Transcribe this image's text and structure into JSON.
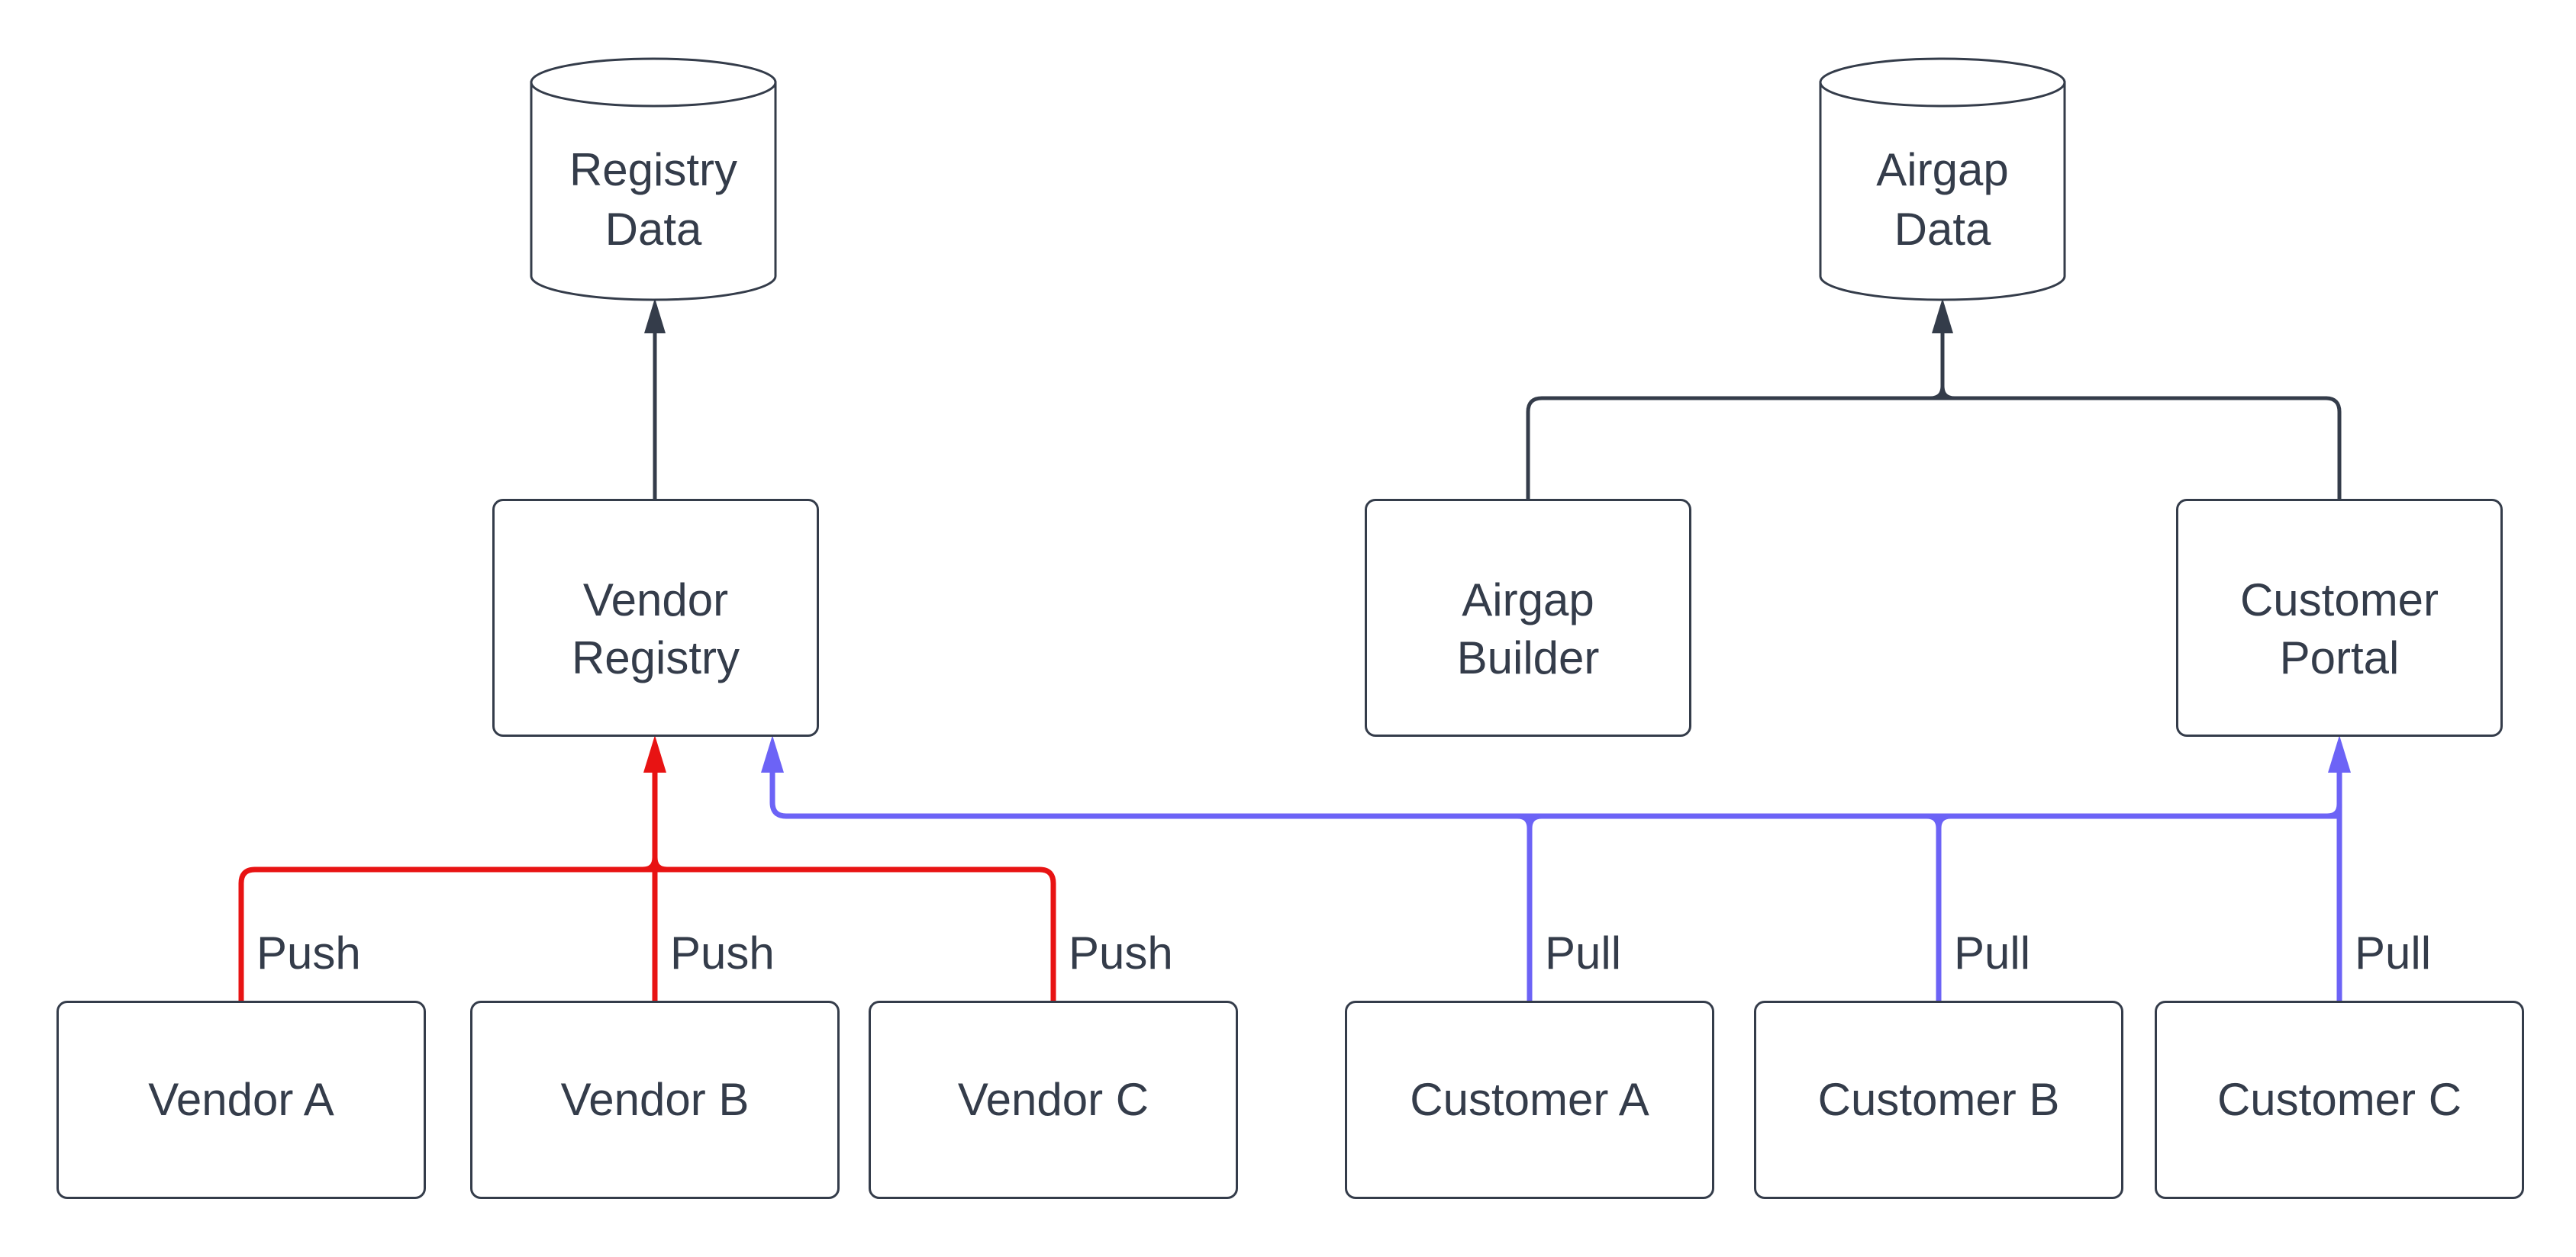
{
  "colors": {
    "stroke": "#343c4a",
    "text": "#343c4a",
    "push": "#e81313",
    "pull": "#6c63f6",
    "canvas": "#ffffff"
  },
  "datastores": {
    "registry": {
      "line1": "Registry",
      "line2": "Data"
    },
    "airgap": {
      "line1": "Airgap",
      "line2": "Data"
    }
  },
  "services": {
    "vendor_registry": {
      "line1": "Vendor",
      "line2": "Registry"
    },
    "airgap_builder": {
      "line1": "Airgap",
      "line2": "Builder"
    },
    "customer_portal": {
      "line1": "Customer",
      "line2": "Portal"
    }
  },
  "vendors": [
    {
      "label": "Vendor A"
    },
    {
      "label": "Vendor B"
    },
    {
      "label": "Vendor C"
    }
  ],
  "customers": [
    {
      "label": "Customer A"
    },
    {
      "label": "Customer B"
    },
    {
      "label": "Customer C"
    }
  ],
  "edge_labels": {
    "push": "Push",
    "pull": "Pull"
  }
}
